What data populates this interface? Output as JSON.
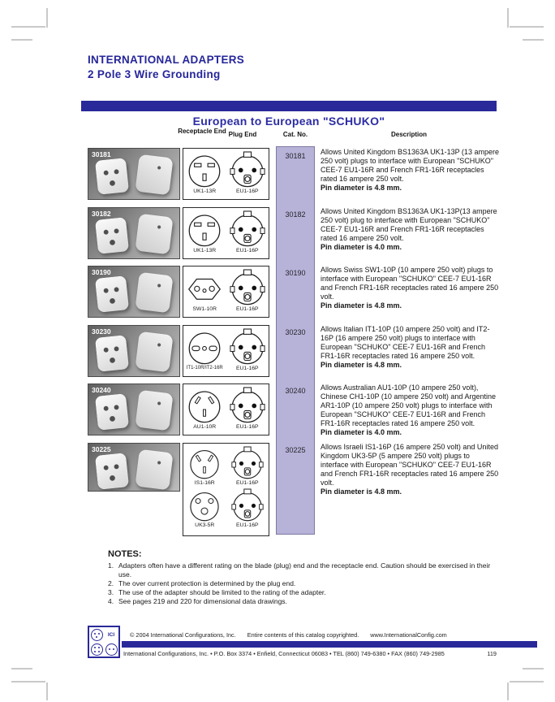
{
  "header": {
    "line1": "INTERNATIONAL ADAPTERS",
    "line2": "2 Pole 3 Wire Grounding"
  },
  "section": {
    "title": "European to European \"SCHUKO\""
  },
  "columns": {
    "receptacle": "Receptacle End",
    "plug": "Plug End",
    "cat": "Cat. No.",
    "desc": "Description"
  },
  "table": {
    "rows": [
      {
        "photo_label": "30181",
        "cat_no": "30181",
        "pairs": [
          {
            "recept": "UK1-13R",
            "plug": "EU1-16P"
          }
        ],
        "desc": "Allows United Kingdom BS1363A UK1-13P (13 ampere 250 volt) plugs to interface with European \"SCHUKO\" CEE-7 EU1-16R and French FR1-16R receptacles rated 16 ampere 250 volt.",
        "pin": "Pin diameter is 4.8 mm."
      },
      {
        "photo_label": "30182",
        "cat_no": "30182",
        "pairs": [
          {
            "recept": "UK1-13R",
            "plug": "EU1-16P"
          }
        ],
        "desc": "Allows United Kingdom BS1363A UK1-13P(13 ampere 250 volt) plug to interface with European \"SCHUKO\" CEE-7 EU1-16R and French FR1-16R receptacles rated 16 ampere 250 volt.",
        "pin": "Pin diameter is 4.0 mm."
      },
      {
        "photo_label": "30190",
        "cat_no": "30190",
        "pairs": [
          {
            "recept": "SW1-10R",
            "plug": "EU1-16P"
          }
        ],
        "desc": "Allows Swiss SW1-10P (10 ampere 250 volt) plugs to interface with European \"SCHUKO\" CEE-7 EU1-16R and French FR1-16R receptacles rated 16 ampere 250 volt.",
        "pin": "Pin diameter is 4.8 mm."
      },
      {
        "photo_label": "30230",
        "cat_no": "30230",
        "pairs": [
          {
            "recept": "IT1-10R/IT2-16R",
            "plug": "EU1-16P"
          }
        ],
        "desc": "Allows Italian IT1-10P (10 ampere 250 volt) and IT2-16P (16 ampere 250 volt) plugs to interface with European \"SCHUKO\" CEE-7 EU1-16R and French FR1-16R receptacles rated 16 ampere 250 volt.",
        "pin": "Pin diameter is 4.8 mm."
      },
      {
        "photo_label": "30240",
        "cat_no": "30240",
        "pairs": [
          {
            "recept": "AU1-10R",
            "plug": "EU1-16P"
          }
        ],
        "desc": "Allows Australian AU1-10P (10 ampere 250 volt), Chinese CH1-10P (10 ampere 250 volt) and Argentine AR1-10P (10 ampere 250 volt) plugs to interface with European \"SCHUKO\" CEE-7 EU1-16R and French FR1-16R receptacles rated 16 ampere 250 volt.",
        "pin": "Pin diameter is 4.0 mm."
      },
      {
        "photo_label": "30225",
        "cat_no": "30225",
        "pairs": [
          {
            "recept": "IS1-16R",
            "plug": "EU1-16P"
          },
          {
            "recept": "UK3-5R",
            "plug": "EU1-16P"
          }
        ],
        "desc": "Allows Israeli IS1-16P (16 ampere 250 volt) and United Kingdom UK3-5P (5 ampere 250 volt) plugs to interface with European \"SCHUKO\" CEE-7 EU1-16R and French FR1-16R receptacles rated 16 ampere 250 volt.",
        "pin": "Pin diameter is 4.8 mm."
      }
    ]
  },
  "notes": {
    "heading": "NOTES:",
    "items": [
      {
        "num": "1.",
        "text": "Adapters often have a different rating on the blade (plug) end and the receptacle end. Caution should be exercised in their use."
      },
      {
        "num": "2.",
        "text": "The over current protection is determined by the plug end."
      },
      {
        "num": "3.",
        "text": "The use of the adapter should be limited to the rating of the adapter."
      },
      {
        "num": "4.",
        "text": "See pages 219 and 220 for dimensional data drawings."
      }
    ]
  },
  "footer": {
    "copyright": "© 2004 International Configurations, Inc.",
    "contents_note": "Entire contents of this catalog copyrighted.",
    "website": "www.InternationalConfig.com",
    "address": "International Configurations, Inc. • P.O. Box 3374 • Enfield, Connecticut 06083 • TEL (860) 749-6380 • FAX (860) 749-2985",
    "page_number": "119"
  },
  "colors": {
    "navy": "#29299a",
    "title_blue": "#2c2ca4",
    "cat_column_lavender": "#b7b2d8",
    "crop_mark_gray": "#c9c9c9"
  }
}
